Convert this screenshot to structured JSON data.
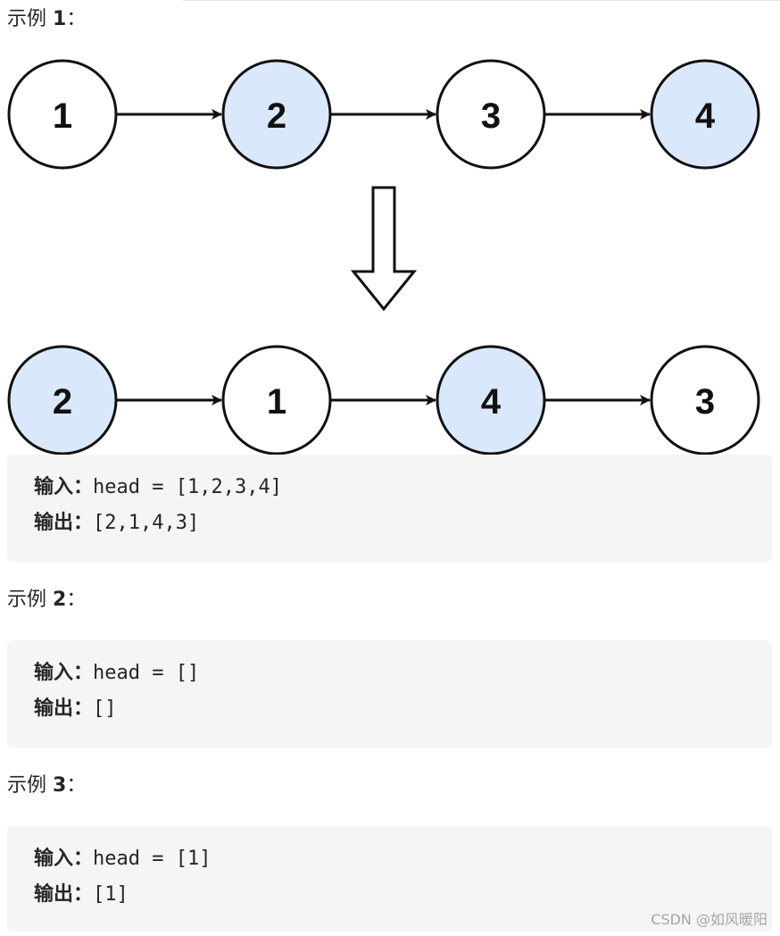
{
  "examples": [
    {
      "heading_prefix": "示例 ",
      "heading_num": "1",
      "heading_suffix": "：",
      "input_label": "输入：",
      "input_value": "head = [1,2,3,4]",
      "output_label": "输出：",
      "output_value": "[2,1,4,3]"
    },
    {
      "heading_prefix": "示例 ",
      "heading_num": "2",
      "heading_suffix": "：",
      "input_label": "输入：",
      "input_value": "head = []",
      "output_label": "输出：",
      "output_value": "[]"
    },
    {
      "heading_prefix": "示例 ",
      "heading_num": "3",
      "heading_suffix": "：",
      "input_label": "输入：",
      "input_value": "head = [1]",
      "output_label": "输出：",
      "output_value": "[1]"
    }
  ],
  "diagram": {
    "before": [
      "1",
      "2",
      "3",
      "4"
    ],
    "after": [
      "2",
      "1",
      "4",
      "3"
    ],
    "highlight_color": "#dae8fc",
    "plain_color": "#ffffff",
    "stroke_color": "#111111"
  },
  "watermark": "CSDN @如风暖阳"
}
